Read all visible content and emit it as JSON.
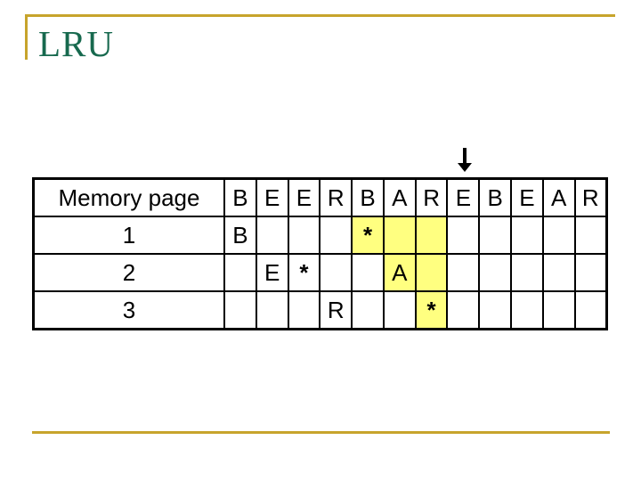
{
  "slide": {
    "title": "LRU"
  },
  "colors": {
    "accent_gold": "#C7A42C",
    "title_green": "#17694E",
    "letter_purple": "#CC70CC",
    "star_red": "#D02010",
    "highlight_yellow": "#FFFF80",
    "grid_black": "#000000"
  },
  "arrow": {
    "meaning": "current-access-pointer",
    "points_to_access_index": 8
  },
  "table": {
    "corner_label": "Memory page",
    "access_sequence": [
      "B",
      "E",
      "E",
      "R",
      "B",
      "A",
      "R",
      "E",
      "B",
      "E",
      "A",
      "R"
    ],
    "rows": [
      {
        "label": "1",
        "cells": [
          {
            "t": "B",
            "style": "page-letter",
            "hl": false
          },
          {
            "t": "",
            "hl": false
          },
          {
            "t": "",
            "hl": false
          },
          {
            "t": "",
            "hl": false
          },
          {
            "t": "*",
            "style": "star",
            "hl": true
          },
          {
            "t": "",
            "hl": true
          },
          {
            "t": "",
            "hl": true
          },
          {
            "t": "",
            "hl": false
          },
          {
            "t": "",
            "hl": false
          },
          {
            "t": "",
            "hl": false
          },
          {
            "t": "",
            "hl": false
          },
          {
            "t": "",
            "hl": false
          }
        ]
      },
      {
        "label": "2",
        "cells": [
          {
            "t": "",
            "hl": false
          },
          {
            "t": "E",
            "style": "page-letter",
            "hl": false
          },
          {
            "t": "*",
            "style": "star",
            "hl": false
          },
          {
            "t": "",
            "hl": false
          },
          {
            "t": "",
            "hl": false
          },
          {
            "t": "A",
            "style": "page-letter",
            "hl": true
          },
          {
            "t": "",
            "hl": true
          },
          {
            "t": "",
            "hl": false
          },
          {
            "t": "",
            "hl": false
          },
          {
            "t": "",
            "hl": false
          },
          {
            "t": "",
            "hl": false
          },
          {
            "t": "",
            "hl": false
          }
        ]
      },
      {
        "label": "3",
        "cells": [
          {
            "t": "",
            "hl": false
          },
          {
            "t": "",
            "hl": false
          },
          {
            "t": "",
            "hl": false
          },
          {
            "t": "R",
            "style": "page-letter",
            "hl": false
          },
          {
            "t": "",
            "hl": false
          },
          {
            "t": "",
            "hl": false
          },
          {
            "t": "*",
            "style": "star",
            "hl": true
          },
          {
            "t": "",
            "hl": false
          },
          {
            "t": "",
            "hl": false
          },
          {
            "t": "",
            "hl": false
          },
          {
            "t": "",
            "hl": false
          },
          {
            "t": "",
            "hl": false
          }
        ]
      }
    ]
  }
}
